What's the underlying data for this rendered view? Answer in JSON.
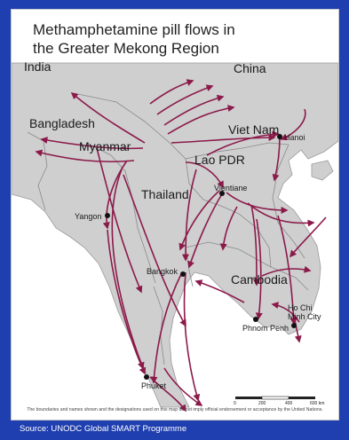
{
  "map": {
    "title_line1": "Methamphetamine pill flows in",
    "title_line2": "the Greater Mekong Region",
    "countries": {
      "india": "India",
      "china": "China",
      "bangladesh": "Bangladesh",
      "myanmar": "Myanmar",
      "viet_nam": "Viet Nam",
      "lao": "Lao PDR",
      "thailand": "Thailand",
      "cambodia": "Cambodia"
    },
    "cities": {
      "hanoi": "Hanoi",
      "vientiane": "Vientiane",
      "yangon": "Yangon",
      "bangkok": "Bangkok",
      "phnom_penh": "Phnom Penh",
      "hcm_line1": "Ho Chi",
      "hcm_line2": "Minh City",
      "phuket": "Phuket"
    },
    "scale": {
      "t0": "0",
      "t1": "200",
      "t2": "400",
      "t3": "600 km"
    },
    "disclaimer": "The boundaries and names shown and the designations used on this map do not imply official endorsement or acceptance by the United Nations.",
    "colors": {
      "land": "#cfcfcf",
      "sea": "#ffffff",
      "border": "#8a8a8a",
      "arrow": "#8b1a4a",
      "frame": "#1f3fb0"
    }
  },
  "source": "Source: UNODC Global SMART Programme"
}
